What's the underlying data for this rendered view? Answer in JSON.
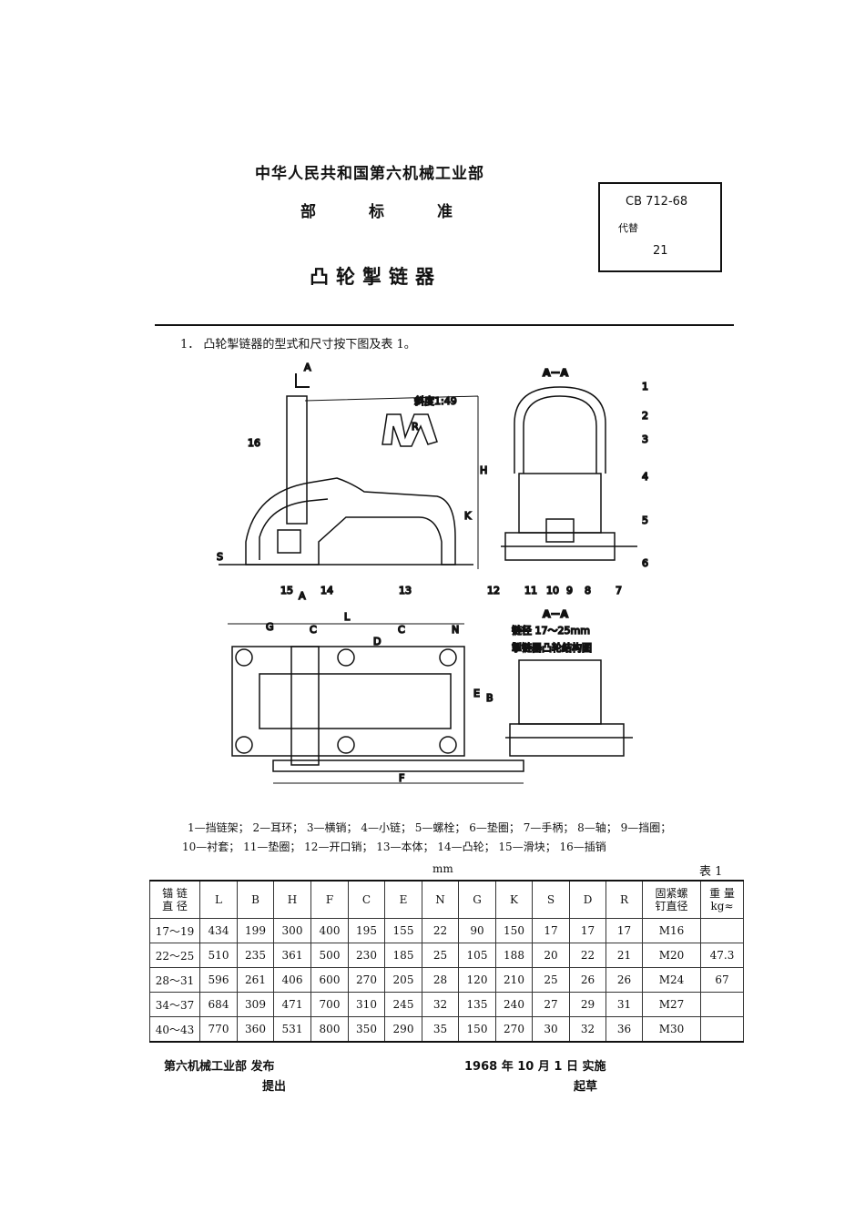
{
  "header": {
    "ministry": "中华人民共和国第六机械工业部",
    "standard_type": [
      "部",
      "标",
      "准"
    ],
    "title": "凸轮掣链器"
  },
  "code_box": {
    "code": "CB 712-68",
    "replaces_label": "代替",
    "replaces_value": "21"
  },
  "clause": "1． 凸轮掣链器的型式和尺寸按下图及表 1。",
  "drawing": {
    "labels_side": [
      "A",
      "斜度1:49",
      "R",
      "H",
      "K",
      "S",
      "16",
      "15",
      "A",
      "14",
      "13"
    ],
    "section_title": "A－A",
    "section_parts": [
      "1",
      "2",
      "3",
      "4",
      "5",
      "6",
      "7",
      "8",
      "9",
      "10",
      "11",
      "12"
    ],
    "plan_dims": [
      "L",
      "G",
      "C",
      "C",
      "N",
      "D",
      "E",
      "B",
      "F"
    ],
    "detail_title": "A－A",
    "detail_caption_1": "链径 17～25mm",
    "detail_caption_2": "掣链器凸轮结构图"
  },
  "legend": {
    "line1": "1—挡链架；  2—耳环；  3—横销；      4—小链；    5—螺栓；    6—垫圈；     7—手柄；   8—轴；   9—挡圈；",
    "line2": "10—衬套；    11—垫圈；   12—开口销；   13—本体；   14—凸轮；   15—滑块；   16—插销"
  },
  "table_unit": "mm",
  "table_no": "表 1",
  "table": {
    "headers": [
      "锚 链\n直 径",
      "L",
      "B",
      "H",
      "F",
      "C",
      "E",
      "N",
      "G",
      "K",
      "S",
      "D",
      "R",
      "固紧螺\n钉直径",
      "重 量\nkg≈"
    ],
    "rows": [
      [
        "17～19",
        "434",
        "199",
        "300",
        "400",
        "195",
        "155",
        "22",
        "90",
        "150",
        "17",
        "17",
        "17",
        "M16",
        ""
      ],
      [
        "22～25",
        "510",
        "235",
        "361",
        "500",
        "230",
        "185",
        "25",
        "105",
        "188",
        "20",
        "22",
        "21",
        "M20",
        "47.3"
      ],
      [
        "28～31",
        "596",
        "261",
        "406",
        "600",
        "270",
        "205",
        "28",
        "120",
        "210",
        "25",
        "26",
        "26",
        "M24",
        "67"
      ],
      [
        "34～37",
        "684",
        "309",
        "471",
        "700",
        "310",
        "245",
        "32",
        "135",
        "240",
        "27",
        "29",
        "31",
        "M27",
        ""
      ],
      [
        "40～43",
        "770",
        "360",
        "531",
        "800",
        "350",
        "290",
        "35",
        "150",
        "270",
        "30",
        "32",
        "36",
        "M30",
        ""
      ]
    ]
  },
  "footer": {
    "issuer": "第六机械工业部 发布",
    "proposer": "提出",
    "date": "1968 年 10 月 1 日  实施",
    "drafter": "起草"
  }
}
